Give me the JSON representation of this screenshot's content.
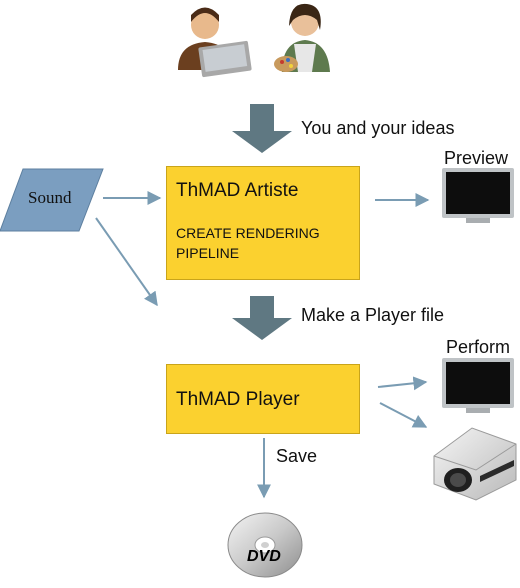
{
  "annotations": {
    "ideas": "You and your ideas",
    "player_file": "Make a Player file",
    "save": "Save",
    "preview": "Preview",
    "perform": "Perform"
  },
  "nodes": {
    "sound": "Sound",
    "artiste": {
      "title": "ThMAD Artiste",
      "body_line1": "CREATE RENDERING",
      "body_line2": "PIPELINE"
    },
    "player": {
      "title": "ThMAD Player"
    }
  },
  "icons": [
    "users-icon",
    "monitor-icon",
    "projector-icon",
    "dvd-disc-icon"
  ],
  "dvd_text": "DVD",
  "colors": {
    "box_fill": "#fbd12f",
    "sound_fill": "#7b9ec0",
    "arrow": "#7a9cb3",
    "big_arrow": "#5f7882"
  }
}
